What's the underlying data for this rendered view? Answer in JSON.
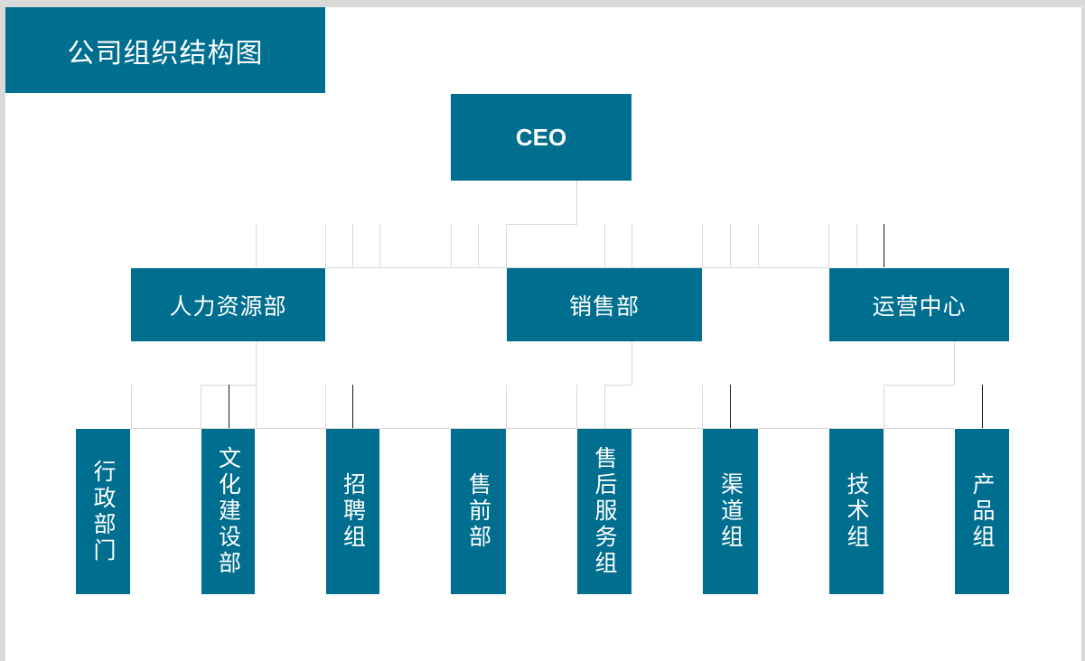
{
  "title": "公司组织结构图",
  "colors": {
    "box_fill": "#006e8f",
    "box_text": "#ffffff",
    "connector": "#d8d8d8",
    "connector_dark": "#1a1a1a"
  },
  "root": {
    "label": "CEO"
  },
  "departments": [
    {
      "label": "人力资源部",
      "teams": [
        "行政部门",
        "文化建设部",
        "招聘组"
      ]
    },
    {
      "label": "销售部",
      "teams": [
        "售前部",
        "售后服务组",
        "渠道组"
      ]
    },
    {
      "label": "运营中心",
      "teams": [
        "技术组",
        "产品组"
      ]
    }
  ]
}
